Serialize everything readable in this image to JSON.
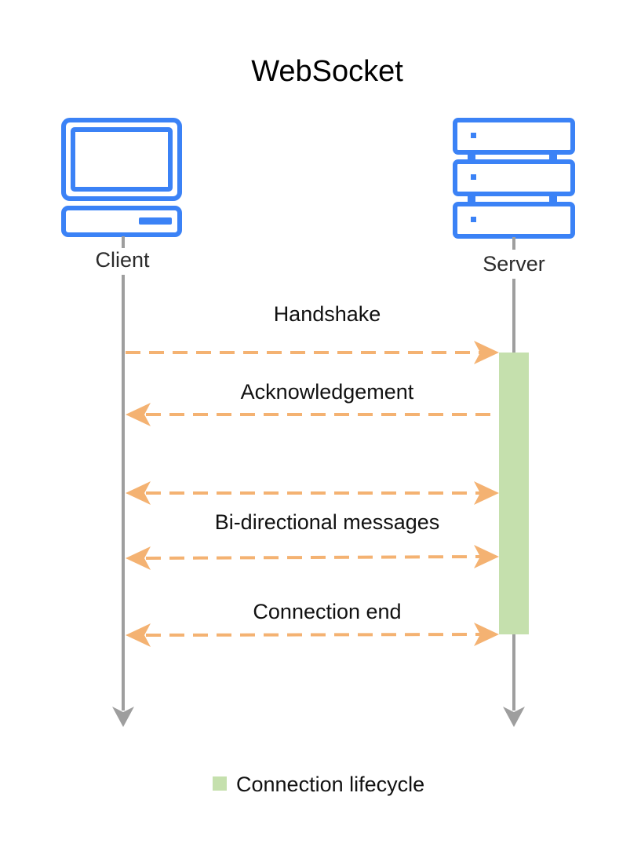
{
  "title": "WebSocket",
  "participants": {
    "client": {
      "label": "Client",
      "icon": "desktop-computer-icon"
    },
    "server": {
      "label": "Server",
      "icon": "server-rack-icon"
    }
  },
  "messages": [
    {
      "label": "Handshake",
      "direction": "client-to-server"
    },
    {
      "label": "Acknowledgement",
      "direction": "server-to-client"
    },
    {
      "label": "Bi-directional messages",
      "direction": "both"
    },
    {
      "label": "Connection end",
      "direction": "both"
    }
  ],
  "legend": {
    "label": "Connection lifecycle"
  },
  "colors": {
    "icon": "#3b82f6",
    "lifeline": "#9e9e9e",
    "arrow": "#f4b272",
    "lifecycle": "#c5e0ad"
  }
}
